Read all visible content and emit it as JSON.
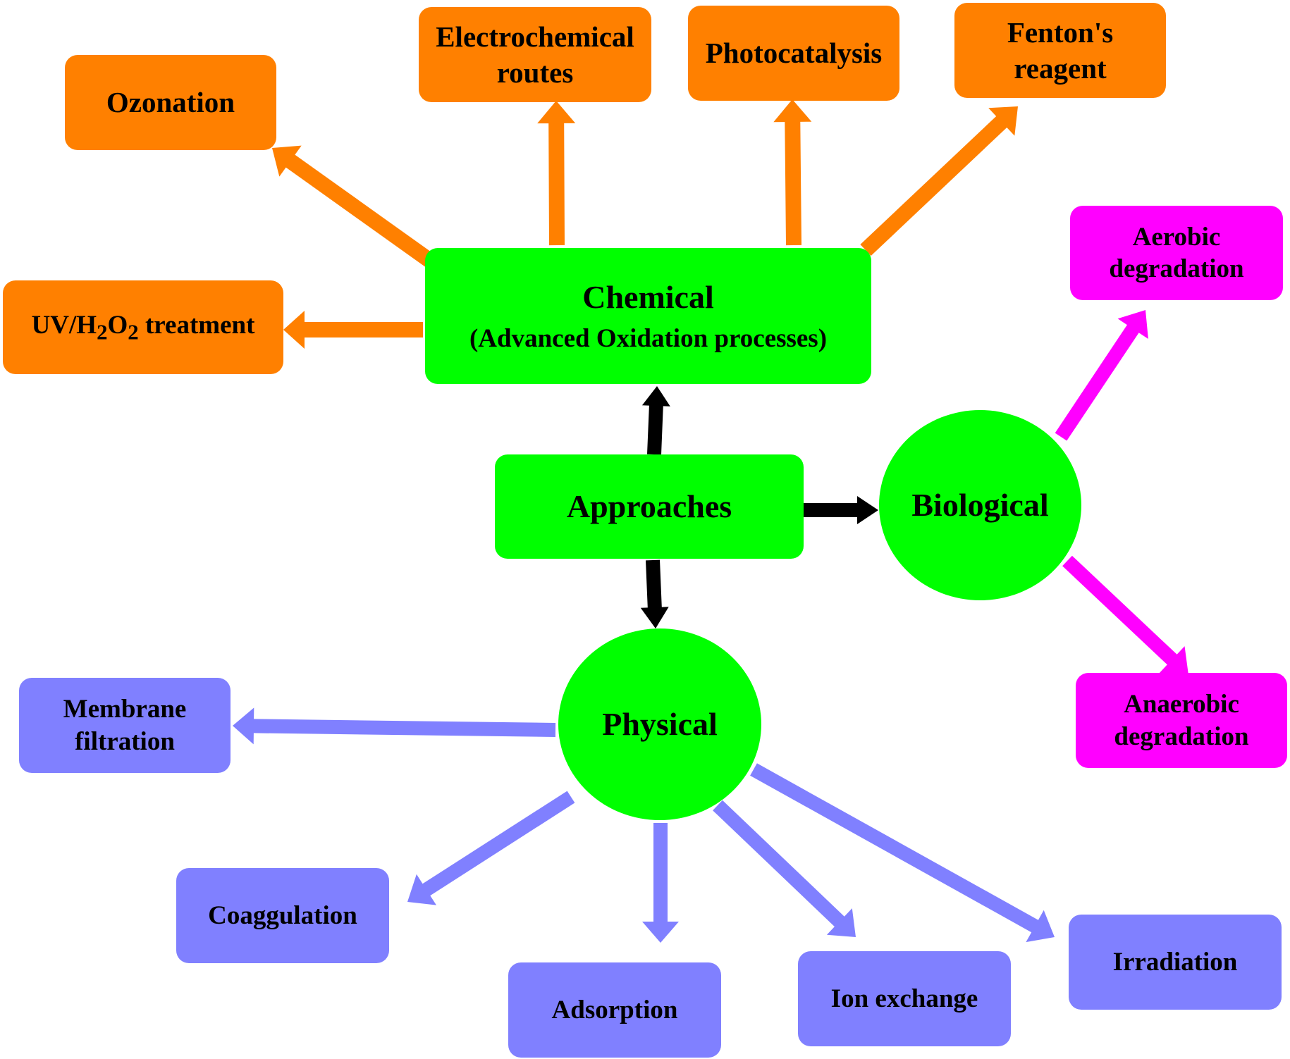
{
  "colors": {
    "center": "#00ff00",
    "chemical_branch": "#ff8000",
    "biological_branch": "#ff00ff",
    "physical_branch": "#8080ff",
    "connector": "#000000"
  },
  "center": {
    "label": "Approaches"
  },
  "chemical": {
    "title": "Chemical",
    "subtitle": "(Advanced Oxidation processes)",
    "children": {
      "uv": {
        "prefix": "UV/H",
        "sub1": "2",
        "mid": "O",
        "sub2": "2",
        "suffix": " treatment"
      },
      "ozonation": "Ozonation",
      "electrochemical": [
        "Electrochemical",
        "routes"
      ],
      "photocatalysis": "Photocatalysis",
      "fenton": [
        "Fenton's",
        "reagent"
      ]
    }
  },
  "biological": {
    "title": "Biological",
    "children": {
      "aerobic": [
        "Aerobic",
        "degradation"
      ],
      "anaerobic": [
        "Anaerobic",
        "degradation"
      ]
    }
  },
  "physical": {
    "title": "Physical",
    "children": {
      "membrane": [
        "Membrane",
        "filtration"
      ],
      "coaggulation": "Coaggulation",
      "adsorption": "Adsorption",
      "ion_exchange": "Ion exchange",
      "irradiation": "Irradiation"
    }
  }
}
